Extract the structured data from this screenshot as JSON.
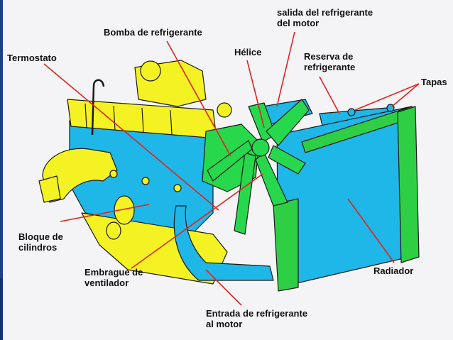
{
  "labels": {
    "termostato": "Termostato",
    "bomba": "Bomba de refrigerante",
    "salida_line1": "salida del refrigerante",
    "salida_line2": "del motor",
    "helice": "Hélice",
    "reserva_line1": "Reserva de",
    "reserva_line2": "refrigerante",
    "tapas": "Tapas",
    "bloque_line1": "Bloque de",
    "bloque_line2": "cilindros",
    "embrague_line1": "Embrague de",
    "embrague_line2": "ventilador",
    "radiador": "Radiador",
    "entrada_line1": "Entrada de refrigerante",
    "entrada_line2": "al motor"
  },
  "colors": {
    "engine_yellow": "#f5f224",
    "coolant_blue": "#1fb6e8",
    "fan_green": "#28d84c",
    "radiator_green": "#2fcf45",
    "leader_red": "#e0231d",
    "outline": "#1a1a1a",
    "frame_blue": "#1d3f86"
  }
}
